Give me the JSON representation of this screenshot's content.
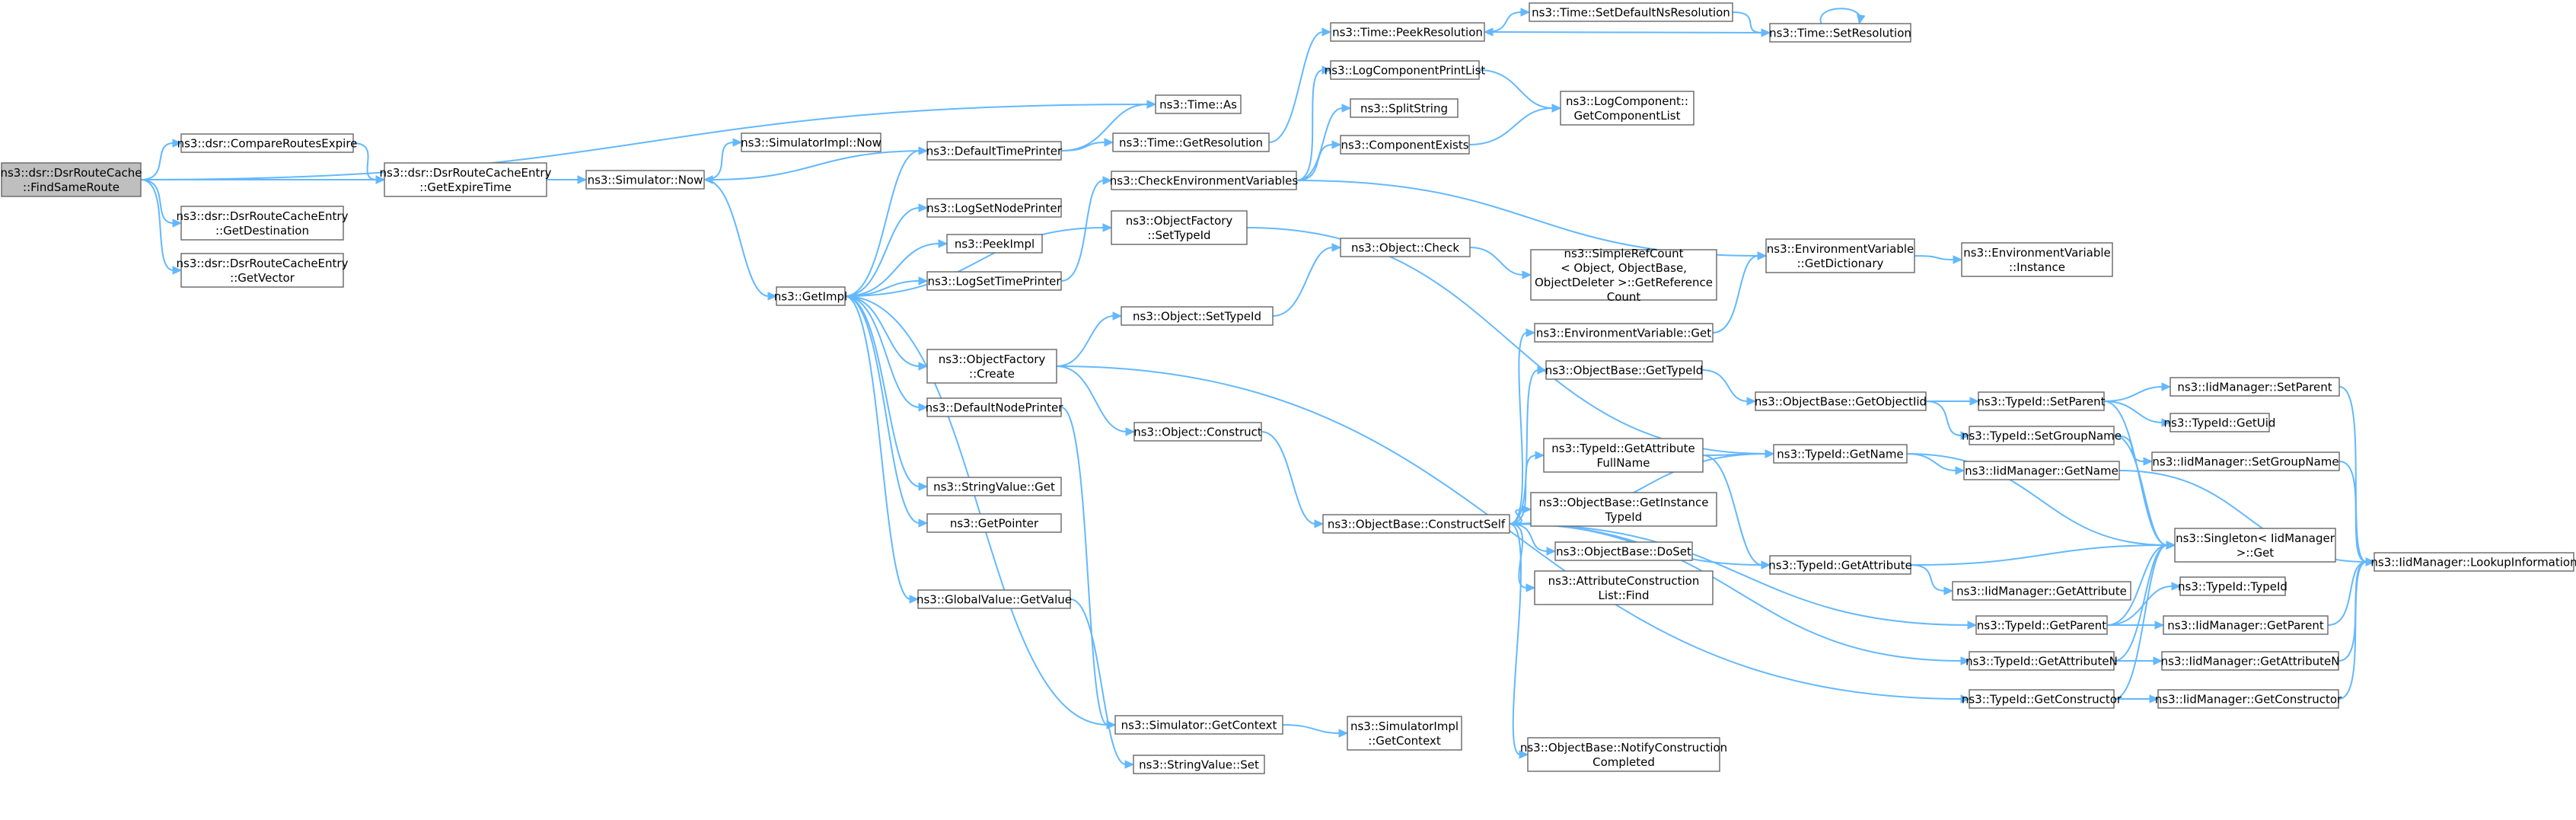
{
  "diagram": {
    "root": "n0",
    "nodes": [
      {
        "id": "n0",
        "lines": [
          "ns3::dsr::DsrRouteCache",
          "::FindSameRoute"
        ]
      },
      {
        "id": "n1",
        "lines": [
          "ns3::Time::As"
        ]
      },
      {
        "id": "n2",
        "lines": [
          "ns3::dsr::CompareRoutesExpire"
        ]
      },
      {
        "id": "n3",
        "lines": [
          "ns3::dsr::DsrRouteCacheEntry",
          "::GetExpireTime"
        ]
      },
      {
        "id": "n4",
        "lines": [
          "ns3::dsr::DsrRouteCacheEntry",
          "::GetDestination"
        ]
      },
      {
        "id": "n5",
        "lines": [
          "ns3::dsr::DsrRouteCacheEntry",
          "::GetVector"
        ]
      },
      {
        "id": "n6",
        "lines": [
          "ns3::Simulator::Now"
        ]
      },
      {
        "id": "n7",
        "lines": [
          "ns3::SimulatorImpl::Now"
        ]
      },
      {
        "id": "n8",
        "lines": [
          "ns3::GetImpl"
        ]
      },
      {
        "id": "n9",
        "lines": [
          "ns3::DefaultTimePrinter"
        ]
      },
      {
        "id": "n10",
        "lines": [
          "ns3::LogSetNodePrinter"
        ]
      },
      {
        "id": "n11",
        "lines": [
          "ns3::PeekImpl"
        ]
      },
      {
        "id": "n12",
        "lines": [
          "ns3::LogSetTimePrinter"
        ]
      },
      {
        "id": "n13",
        "lines": [
          "ns3::ObjectFactory",
          "::Create"
        ]
      },
      {
        "id": "n14",
        "lines": [
          "ns3::DefaultNodePrinter"
        ]
      },
      {
        "id": "n15",
        "lines": [
          "ns3::StringValue::Get"
        ]
      },
      {
        "id": "n16",
        "lines": [
          "ns3::GetPointer"
        ]
      },
      {
        "id": "n17",
        "lines": [
          "ns3::GlobalValue::GetValue"
        ]
      },
      {
        "id": "n18",
        "lines": [
          "ns3::Time::GetResolution"
        ]
      },
      {
        "id": "n19",
        "lines": [
          "ns3::CheckEnvironmentVariables"
        ]
      },
      {
        "id": "n20",
        "lines": [
          "ns3::ObjectFactory",
          "::SetTypeId"
        ]
      },
      {
        "id": "n21",
        "lines": [
          "ns3::Object::SetTypeId"
        ]
      },
      {
        "id": "n22",
        "lines": [
          "ns3::Object::Construct"
        ]
      },
      {
        "id": "n23",
        "lines": [
          "ns3::Simulator::GetContext"
        ]
      },
      {
        "id": "n24",
        "lines": [
          "ns3::StringValue::Set"
        ]
      },
      {
        "id": "n25",
        "lines": [
          "ns3::Time::PeekResolution"
        ]
      },
      {
        "id": "n26",
        "lines": [
          "ns3::LogComponentPrintList"
        ]
      },
      {
        "id": "n27",
        "lines": [
          "ns3::SplitString"
        ]
      },
      {
        "id": "n28",
        "lines": [
          "ns3::ComponentExists"
        ]
      },
      {
        "id": "n29",
        "lines": [
          "ns3::Object::Check"
        ]
      },
      {
        "id": "n30",
        "lines": [
          "ns3::ObjectBase::ConstructSelf"
        ]
      },
      {
        "id": "n31",
        "lines": [
          "ns3::SimulatorImpl",
          "::GetContext"
        ]
      },
      {
        "id": "n32",
        "lines": [
          "ns3::Time::SetDefaultNsResolution"
        ]
      },
      {
        "id": "n33",
        "lines": [
          "ns3::LogComponent::",
          "GetComponentList"
        ]
      },
      {
        "id": "n34",
        "lines": [
          "ns3::SimpleRefCount",
          "< Object, ObjectBase,",
          "ObjectDeleter >::GetReference",
          "Count"
        ]
      },
      {
        "id": "n35",
        "lines": [
          "ns3::EnvironmentVariable::Get"
        ]
      },
      {
        "id": "n36",
        "lines": [
          "ns3::ObjectBase::GetTypeId"
        ]
      },
      {
        "id": "n37",
        "lines": [
          "ns3::TypeId::GetAttribute",
          "FullName"
        ]
      },
      {
        "id": "n38",
        "lines": [
          "ns3::ObjectBase::GetInstance",
          "TypeId"
        ]
      },
      {
        "id": "n39",
        "lines": [
          "ns3::ObjectBase::DoSet"
        ]
      },
      {
        "id": "n40",
        "lines": [
          "ns3::AttributeConstruction",
          "List::Find"
        ]
      },
      {
        "id": "n41",
        "lines": [
          "ns3::ObjectBase::NotifyConstruction",
          "Completed"
        ]
      },
      {
        "id": "n42",
        "lines": [
          "ns3::Time::SetResolution"
        ]
      },
      {
        "id": "n43",
        "lines": [
          "ns3::EnvironmentVariable",
          "::GetDictionary"
        ]
      },
      {
        "id": "n44",
        "lines": [
          "ns3::ObjectBase::GetObjectIid"
        ]
      },
      {
        "id": "n45",
        "lines": [
          "ns3::TypeId::GetName"
        ]
      },
      {
        "id": "n46",
        "lines": [
          "ns3::TypeId::GetAttribute"
        ]
      },
      {
        "id": "n47",
        "lines": [
          "ns3::TypeId::GetParent"
        ]
      },
      {
        "id": "n48",
        "lines": [
          "ns3::TypeId::GetAttributeN"
        ]
      },
      {
        "id": "n49",
        "lines": [
          "ns3::TypeId::GetConstructor"
        ]
      },
      {
        "id": "n50",
        "lines": [
          "ns3::EnvironmentVariable",
          "::Instance"
        ]
      },
      {
        "id": "n51",
        "lines": [
          "ns3::TypeId::SetParent"
        ]
      },
      {
        "id": "n52",
        "lines": [
          "ns3::TypeId::SetGroupName"
        ]
      },
      {
        "id": "n53",
        "lines": [
          "ns3::IidManager::GetName"
        ]
      },
      {
        "id": "n54",
        "lines": [
          "ns3::IidManager::GetAttribute"
        ]
      },
      {
        "id": "n55",
        "lines": [
          "ns3::Singleton< IidManager",
          ">::Get"
        ]
      },
      {
        "id": "n56",
        "lines": [
          "ns3::IidManager::SetParent"
        ]
      },
      {
        "id": "n57",
        "lines": [
          "ns3::TypeId::GetUid"
        ]
      },
      {
        "id": "n58",
        "lines": [
          "ns3::IidManager::SetGroupName"
        ]
      },
      {
        "id": "n59",
        "lines": [
          "ns3::TypeId::TypeId"
        ]
      },
      {
        "id": "n60",
        "lines": [
          "ns3::IidManager::GetParent"
        ]
      },
      {
        "id": "n61",
        "lines": [
          "ns3::IidManager::GetAttributeN"
        ]
      },
      {
        "id": "n62",
        "lines": [
          "ns3::IidManager::GetConstructor"
        ]
      },
      {
        "id": "n63",
        "lines": [
          "ns3::IidManager::LookupInformation"
        ]
      }
    ],
    "edges": [
      [
        "n0",
        "n1"
      ],
      [
        "n0",
        "n2"
      ],
      [
        "n0",
        "n3"
      ],
      [
        "n0",
        "n4"
      ],
      [
        "n0",
        "n5"
      ],
      [
        "n2",
        "n3"
      ],
      [
        "n3",
        "n6"
      ],
      [
        "n6",
        "n7"
      ],
      [
        "n6",
        "n8"
      ],
      [
        "n8",
        "n9"
      ],
      [
        "n8",
        "n10"
      ],
      [
        "n8",
        "n11"
      ],
      [
        "n8",
        "n12"
      ],
      [
        "n8",
        "n13"
      ],
      [
        "n8",
        "n14"
      ],
      [
        "n8",
        "n15"
      ],
      [
        "n8",
        "n16"
      ],
      [
        "n8",
        "n17"
      ],
      [
        "n8",
        "n20"
      ],
      [
        "n8",
        "n23"
      ],
      [
        "n9",
        "n1"
      ],
      [
        "n9",
        "n18"
      ],
      [
        "n9",
        "n6"
      ],
      [
        "n12",
        "n19"
      ],
      [
        "n18",
        "n25"
      ],
      [
        "n19",
        "n26"
      ],
      [
        "n19",
        "n27"
      ],
      [
        "n19",
        "n28"
      ],
      [
        "n19",
        "n43"
      ],
      [
        "n26",
        "n33"
      ],
      [
        "n28",
        "n33"
      ],
      [
        "n25",
        "n32"
      ],
      [
        "n32",
        "n42"
      ],
      [
        "n42",
        "n25"
      ],
      [
        "n42",
        "n42"
      ],
      [
        "n20",
        "n45"
      ],
      [
        "n13",
        "n21"
      ],
      [
        "n13",
        "n22"
      ],
      [
        "n13",
        "n49"
      ],
      [
        "n14",
        "n23"
      ],
      [
        "n17",
        "n24"
      ],
      [
        "n21",
        "n29"
      ],
      [
        "n29",
        "n34"
      ],
      [
        "n22",
        "n30"
      ],
      [
        "n23",
        "n31"
      ],
      [
        "n30",
        "n35"
      ],
      [
        "n30",
        "n36"
      ],
      [
        "n30",
        "n37"
      ],
      [
        "n30",
        "n38"
      ],
      [
        "n30",
        "n39"
      ],
      [
        "n30",
        "n40"
      ],
      [
        "n30",
        "n41"
      ],
      [
        "n30",
        "n45"
      ],
      [
        "n30",
        "n46"
      ],
      [
        "n30",
        "n47"
      ],
      [
        "n30",
        "n48"
      ],
      [
        "n35",
        "n43"
      ],
      [
        "n43",
        "n50"
      ],
      [
        "n36",
        "n44"
      ],
      [
        "n44",
        "n51"
      ],
      [
        "n44",
        "n52"
      ],
      [
        "n37",
        "n45"
      ],
      [
        "n37",
        "n46"
      ],
      [
        "n45",
        "n53"
      ],
      [
        "n45",
        "n55"
      ],
      [
        "n46",
        "n54"
      ],
      [
        "n46",
        "n55"
      ],
      [
        "n47",
        "n55"
      ],
      [
        "n47",
        "n59"
      ],
      [
        "n47",
        "n60"
      ],
      [
        "n48",
        "n55"
      ],
      [
        "n48",
        "n61"
      ],
      [
        "n49",
        "n55"
      ],
      [
        "n49",
        "n62"
      ],
      [
        "n51",
        "n55"
      ],
      [
        "n51",
        "n56"
      ],
      [
        "n51",
        "n57"
      ],
      [
        "n52",
        "n55"
      ],
      [
        "n52",
        "n58"
      ],
      [
        "n53",
        "n63"
      ],
      [
        "n56",
        "n63"
      ],
      [
        "n58",
        "n63"
      ],
      [
        "n60",
        "n63"
      ],
      [
        "n61",
        "n63"
      ],
      [
        "n62",
        "n63"
      ]
    ]
  }
}
